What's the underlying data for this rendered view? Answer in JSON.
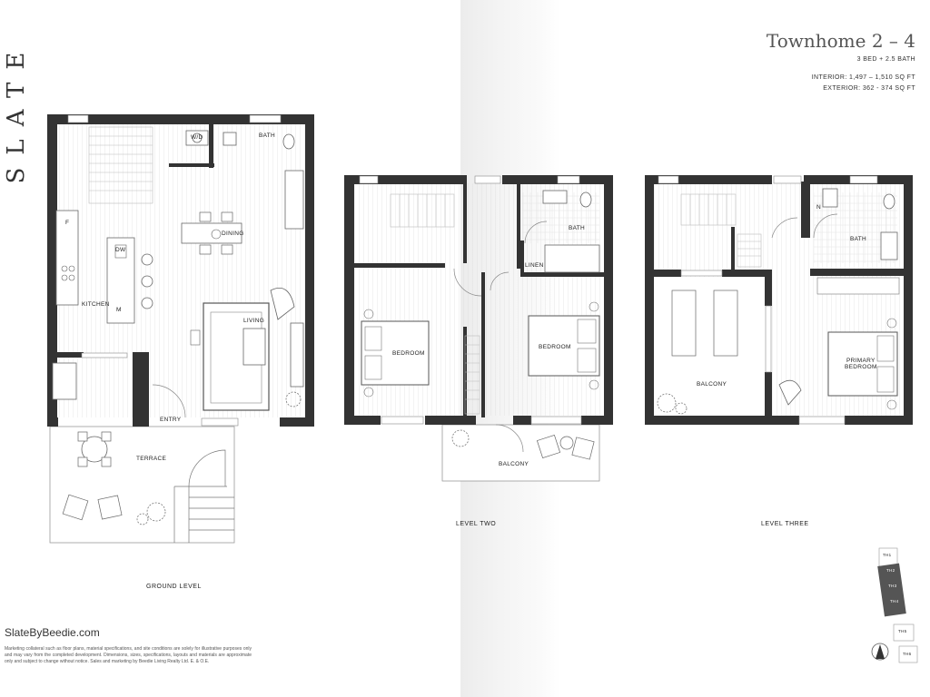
{
  "brand": "SLATE",
  "header": {
    "title": "Townhome 2 – 4",
    "subtitle": "3 BED + 2.5 BATH",
    "interior": "INTERIOR: 1,497 – 1,510 SQ FT",
    "exterior": "EXTERIOR: 362 - 374 SQ FT"
  },
  "ground_level": {
    "caption": "GROUND LEVEL",
    "rooms": {
      "wd": "W/D",
      "bath": "BATH",
      "dining": "DINING",
      "f": "F",
      "dw": "DW",
      "kitchen": "KITCHEN",
      "m": "M",
      "living": "LIVING",
      "entry": "ENTRY",
      "terrace": "TERRACE"
    }
  },
  "level_two": {
    "caption": "LEVEL TWO",
    "rooms": {
      "bath": "BATH",
      "linen": "LINEN",
      "bedroom_left": "BEDROOM",
      "bedroom_right": "BEDROOM",
      "balcony": "BALCONY"
    }
  },
  "level_three": {
    "caption": "LEVEL THREE",
    "rooms": {
      "n": "N",
      "bath": "BATH",
      "balcony": "BALCONY",
      "primary_line1": "PRIMARY",
      "primary_line2": "BEDROOM"
    }
  },
  "keyplan": {
    "units": [
      "TH1",
      "TH2",
      "TH3",
      "TH4",
      "TH5",
      "TH6"
    ]
  },
  "footer": {
    "website": "SlateByBeedie.com",
    "disclaimer": "Marketing collateral such as floor plans, material specifications, and site conditions are solely for illustrative purposes only and may vary from the completed development. Dimensions, sizes, specifications, layouts and materials are approximate only and subject to change without notice. Sales and marketing by Beedie Living Realty Ltd. E. & O.E."
  },
  "colors": {
    "wall": "#333333",
    "text": "#2a2a2a",
    "shade": "#ececec"
  }
}
